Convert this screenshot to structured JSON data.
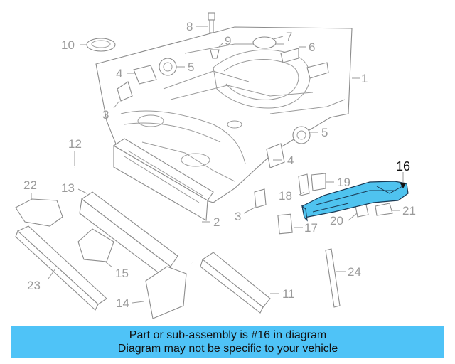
{
  "highlighted_part": "16",
  "callouts": [
    "1",
    "2",
    "3",
    "3",
    "4",
    "4",
    "5",
    "5",
    "6",
    "7",
    "8",
    "9",
    "10",
    "11",
    "12",
    "13",
    "14",
    "15",
    "16",
    "17",
    "18",
    "19",
    "20",
    "21",
    "22",
    "23",
    "24"
  ],
  "banner": {
    "line1": "Part or sub-assembly is #16 in diagram",
    "line2": "Diagram may not be specific to your vehicle",
    "color": "#4fc3f7"
  },
  "colors": {
    "highlight": "#4fc3ef",
    "linework": "#9a9a9a"
  }
}
